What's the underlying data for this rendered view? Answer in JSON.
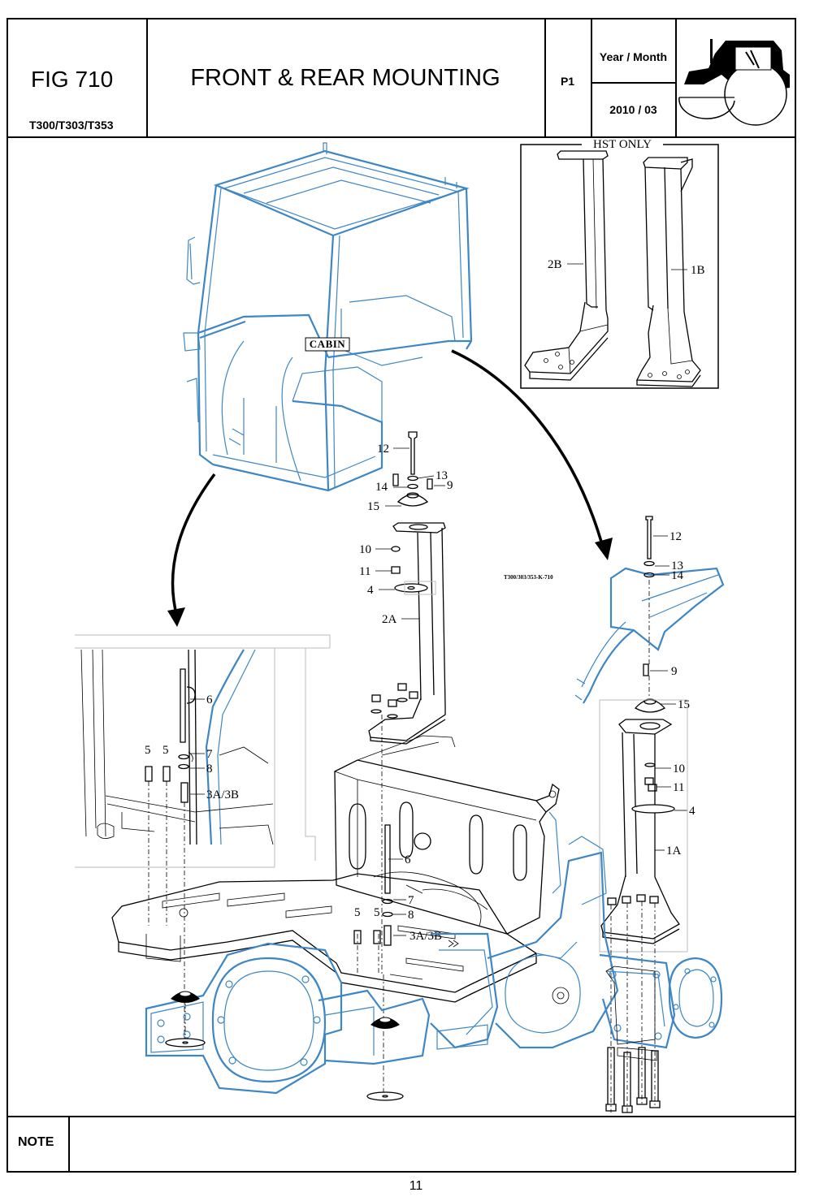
{
  "header": {
    "fig": "FIG 710",
    "models": "T300/T303/T353",
    "title": "FRONT & REAR MOUNTING",
    "page": "P1",
    "year_month_label": "Year / Month",
    "year_month_value": "2010 / 03"
  },
  "diagram": {
    "inset_title": "HST ONLY",
    "drawing_code": "T300/303/353-K-710",
    "cabin_label": "CABIN",
    "callouts": {
      "inset_2b": "2B",
      "inset_1b": "1B",
      "c12a": "12",
      "c13a": "13",
      "c14a": "14",
      "c9a": "9",
      "c15a": "15",
      "c10a": "10",
      "c11a": "11",
      "c4a": "4",
      "c2a": "2A",
      "c12b": "12",
      "c13b": "13",
      "c14b": "14",
      "c9b": "9",
      "c15b": "15",
      "c10b": "10",
      "c11b": "11",
      "c4b": "4",
      "c1a": "1A",
      "l6": "6",
      "l5a": "5",
      "l5b": "5",
      "l7": "7",
      "l8": "8",
      "l3": "3A/3B",
      "m6": "6",
      "m7": "7",
      "m8": "8",
      "m5a": "5",
      "m5b": "5",
      "m3": "3A/3B"
    }
  },
  "footer": {
    "note_label": "NOTE",
    "page_number": "11"
  },
  "colors": {
    "cabin_line": "#3f86c4",
    "line": "#000000"
  }
}
